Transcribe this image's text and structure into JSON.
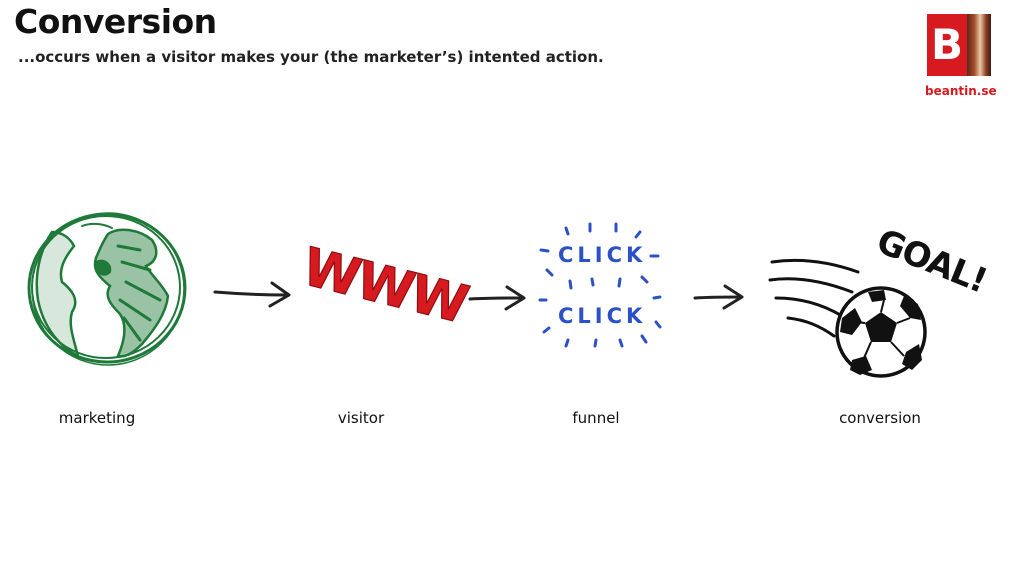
{
  "slide": {
    "title": "Conversion",
    "subtitle": "...occurs when a visitor makes your (the marketer’s) intented action."
  },
  "logo": {
    "letter": "B",
    "url": "beantin.se",
    "brand_color": "#d71920"
  },
  "steps": [
    {
      "label": "marketing",
      "icon": "globe-icon",
      "color": "#1f7a3a"
    },
    {
      "label": "visitor",
      "icon": "www-icon",
      "art_text": "WWW",
      "color": "#d71920"
    },
    {
      "label": "funnel",
      "icon": "click-icon",
      "art_text": [
        "CLICK",
        "CLICK"
      ],
      "color": "#2b50c8"
    },
    {
      "label": "conversion",
      "icon": "soccer-ball-icon",
      "art_text": "GOAL!",
      "color": "#111111"
    }
  ]
}
